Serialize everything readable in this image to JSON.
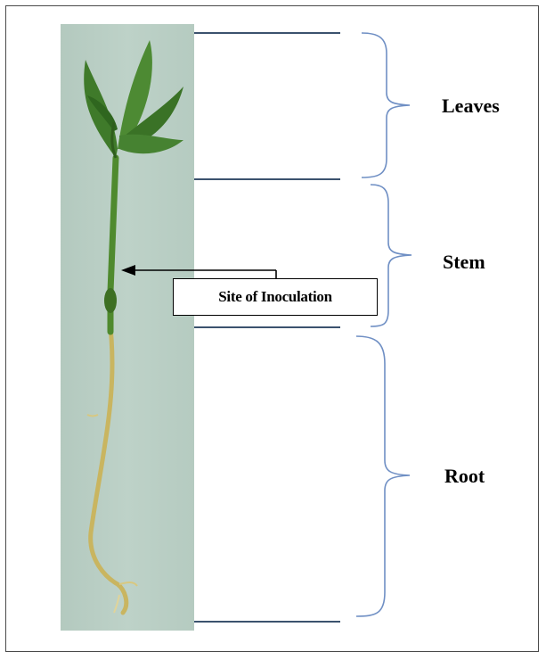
{
  "labels": {
    "leaves": "Leaves",
    "stem": "Stem",
    "root": "Root",
    "site": "Site of Inoculation"
  },
  "colors": {
    "photo_background": "#b9cec4",
    "divider_line": "#1f3a5a",
    "brace": "#6f8fc4",
    "stem_green": "#4f8a2e",
    "leaf_green": "#3f7a2a",
    "root_yellow": "#c9b560",
    "frame": "#4a4a4a"
  }
}
